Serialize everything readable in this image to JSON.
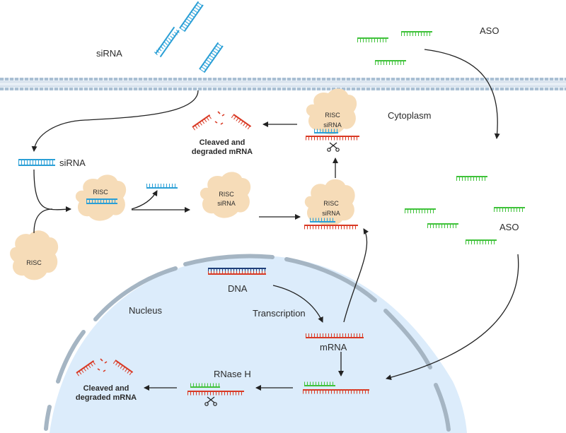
{
  "labels": {
    "sirna_top": "siRNA",
    "sirna_left": "siRNA",
    "aso_top": "ASO",
    "aso_right": "ASO",
    "cytoplasm": "Cytoplasm",
    "nucleus": "Nucleus",
    "dna": "DNA",
    "transcription": "Transcription",
    "mrna": "mRNA",
    "rnase_h": "RNase H"
  },
  "complexes": {
    "risc": "RISC",
    "sirna": "siRNA"
  },
  "cleaved_top": {
    "line1": "Cleaved and",
    "line2": "degraded mRNA"
  },
  "cleaved_bottom": {
    "line1": "Cleaved and",
    "line2": "degraded mRNA"
  },
  "colors": {
    "sirna": "#2a9fd6",
    "aso": "#3fc23a",
    "mrna": "#d93a25",
    "dna_top": "#1f3f7a",
    "dna_bottom": "#d93a25",
    "risc": "#f6dcb8",
    "nucleus": "#dcecfb",
    "membrane": "#a9bfd3",
    "envelope": "#a5b5c3"
  }
}
